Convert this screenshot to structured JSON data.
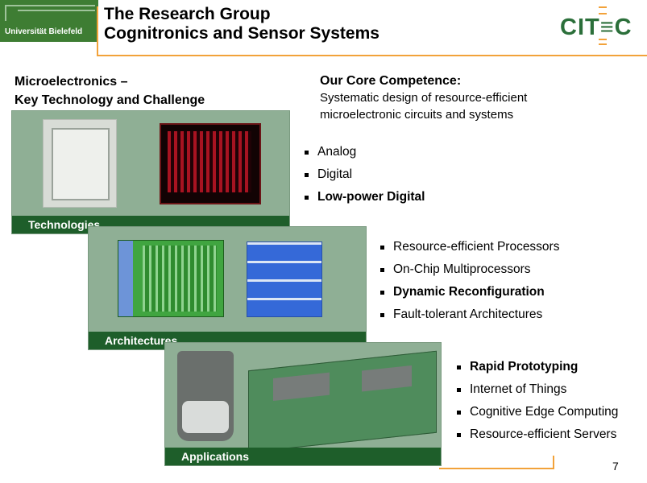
{
  "header": {
    "university_logo_text": "Universität Bielefeld",
    "title_line1": "The Research Group",
    "title_line2": "Cognitronics and Sensor Systems",
    "citec_logo_text": "CIT≡C"
  },
  "left": {
    "heading_line1": "Microelectronics –",
    "heading_line2": "Key Technology and Challenge"
  },
  "core": {
    "title": "Our Core Competence:",
    "text_line1": "Systematic design of resource-efficient",
    "text_line2": "microelectronic circuits and systems"
  },
  "panels": [
    {
      "label": "Technologies"
    },
    {
      "label": "Architectures"
    },
    {
      "label": "Applications"
    }
  ],
  "lists": {
    "technologies": [
      {
        "text": "Analog",
        "bold": false
      },
      {
        "text": "Digital",
        "bold": false
      },
      {
        "text": "Low-power Digital",
        "bold": true
      }
    ],
    "architectures": [
      {
        "text": "Resource-efficient Processors",
        "bold": false
      },
      {
        "text": "On-Chip Multiprocessors",
        "bold": false
      },
      {
        "text": "Dynamic Reconfiguration",
        "bold": true
      },
      {
        "text": "Fault-tolerant Architectures",
        "bold": false
      }
    ],
    "applications": [
      {
        "text": "Rapid Prototyping",
        "bold": true
      },
      {
        "text": "Internet of Things",
        "bold": false
      },
      {
        "text": "Cognitive Edge Computing",
        "bold": false
      },
      {
        "text": "Resource-efficient Servers",
        "bold": false
      }
    ]
  },
  "footer": {
    "page_number": "7"
  },
  "colors": {
    "accent_orange": "#f2a23a",
    "brand_green": "#1e5e2a",
    "panel_green": "#8faf95"
  }
}
